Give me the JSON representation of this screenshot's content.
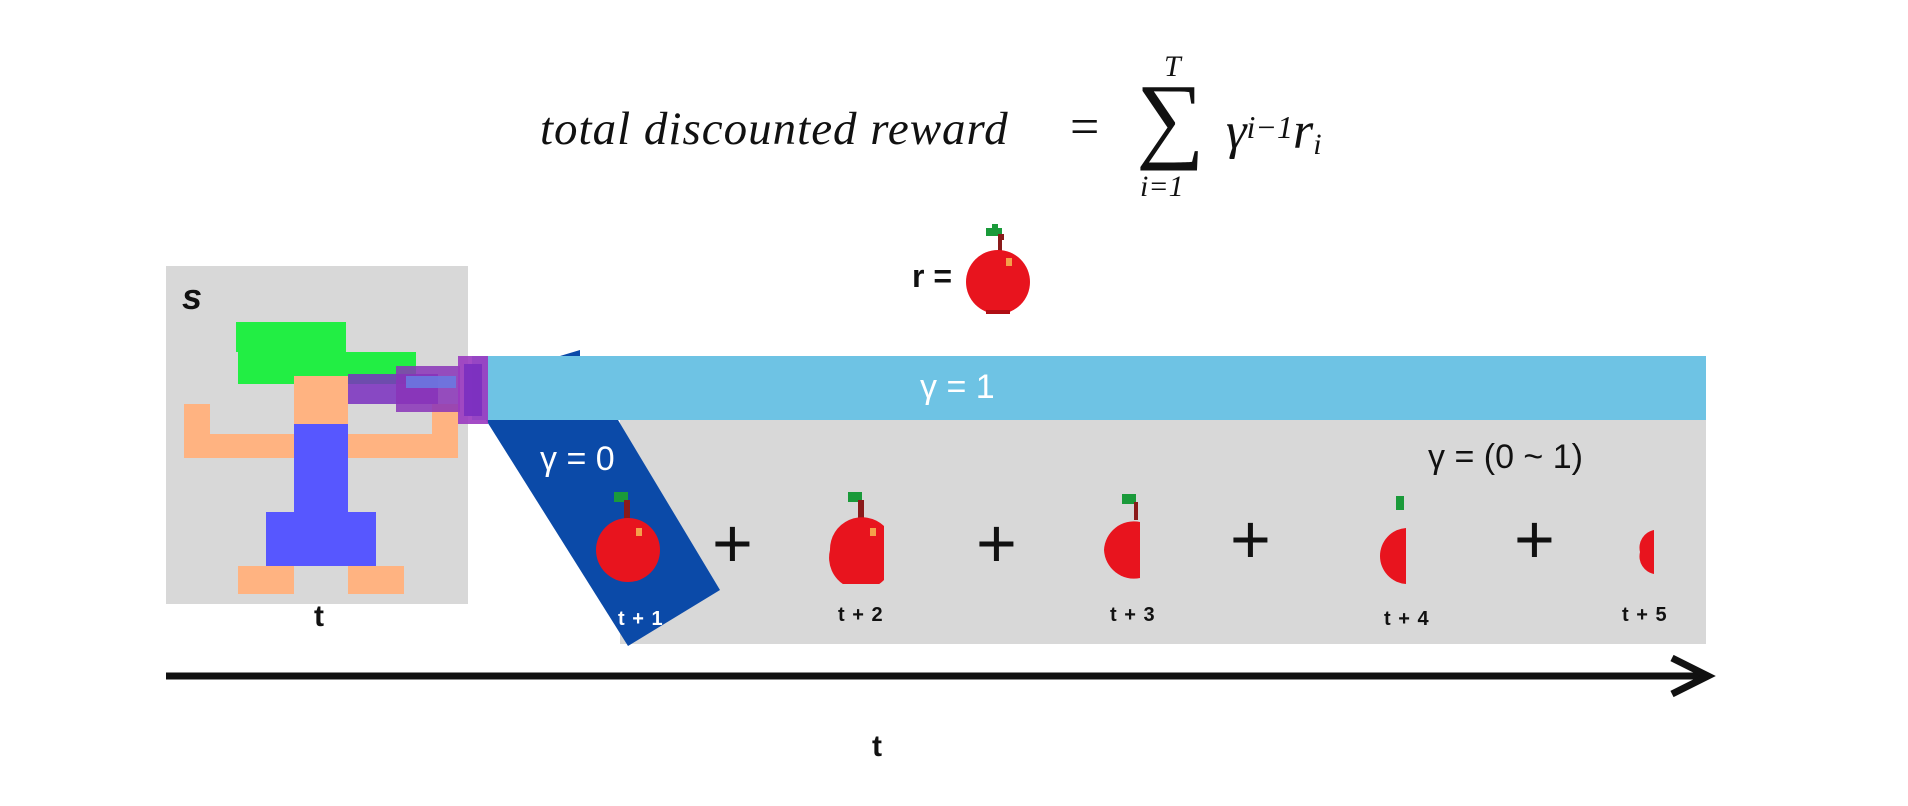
{
  "formula": {
    "lhs": "total discounted reward",
    "equals": "=",
    "sum_symbol": "∑",
    "upper_limit": "T",
    "lower_limit": "i=1",
    "term_base": "γ",
    "term_exponent": "i−1",
    "term_reward": "r",
    "term_subscript": "i"
  },
  "state": {
    "label": "s",
    "time_label": "t"
  },
  "reward": {
    "label": "r ="
  },
  "discount": {
    "gamma_one": "γ = 1",
    "gamma_zero": "γ = 0",
    "gamma_range": "γ = (0 ~ 1)"
  },
  "timeline": {
    "plus_sign": "+",
    "steps": [
      "t + 1",
      "t + 2",
      "t + 3",
      "t + 4",
      "t + 5"
    ],
    "axis_label": "t"
  },
  "colors": {
    "gamma_one_bar": "#6ec3e4",
    "gamma_zero_beam": "#0b4aa8",
    "panel_gray": "#d8d8d8",
    "apple_red": "#e8141e",
    "leaf_green": "#1a9a3a",
    "agent_hair": "#22ee44",
    "agent_skin": "#ffb381",
    "agent_body": "#5757ff",
    "telescope": "#9a38c0"
  }
}
